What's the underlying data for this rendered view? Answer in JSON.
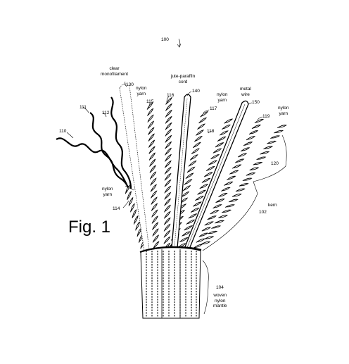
{
  "figure_label": "Fig. 1",
  "ref_100": "100",
  "labels": {
    "clear_monofilament": "clear\nmonofilament",
    "nylon_yarn_a": "nylon\nyarn",
    "jute_paraffin_cord": "jute-paraffin\ncord",
    "nylon_yarn_b": "nylon\nyarn",
    "metal_wire": "metal\nwire",
    "nylon_yarn_c": "nylon\nyarn",
    "nylon_yarn_d": "nylon\nyarn",
    "kern": "kern",
    "woven_nylon_mantle": "woven\nnylon\nmantle"
  },
  "refs": {
    "r130": "130",
    "r115": "115",
    "r116": "116",
    "r140": "140",
    "r117": "117",
    "r150": "150",
    "r119": "119",
    "r118": "118",
    "r120": "120",
    "r111": "111",
    "r112": "112",
    "r110": "110",
    "r114": "114",
    "r102": "102",
    "r104": "104"
  }
}
